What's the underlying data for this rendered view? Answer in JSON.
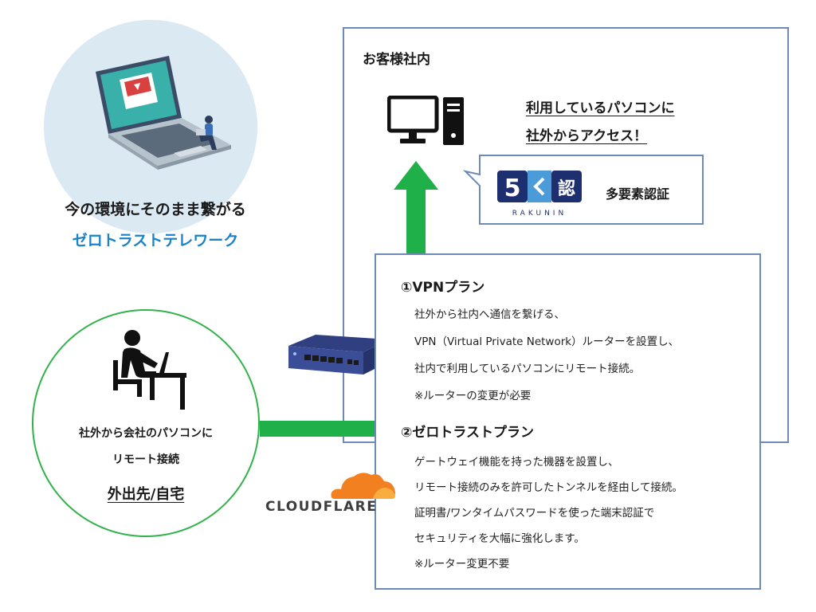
{
  "header": {
    "tagline_1": "今の環境にそのまま繋がる",
    "tagline_2": "ゼロトラストテレワーク"
  },
  "office": {
    "title": "お客様社内",
    "access_line_1": "利用しているパソコンに",
    "access_line_2": "社外からアクセス！",
    "auth_label": "多要素認証",
    "logo_text": "RAKUNIN"
  },
  "plans": {
    "vpn": {
      "title": "①VPNプラン",
      "lines": [
        "社外から社内へ通信を繋げる、",
        "VPN（Virtual Private Network）ルーターを設置し、",
        "社内で利用しているパソコンにリモート接続。",
        "※ルーターの変更が必要"
      ]
    },
    "zerotrust": {
      "title": "②ゼロトラストプラン",
      "lines": [
        "ゲートウェイ機能を持った機器を設置し、",
        "リモート接続のみを許可したトンネルを経由して接続。",
        "証明書/ワンタイムパスワードを使った端末認証で",
        "セキュリティを大幅に強化します。",
        "※ルーター変更不要"
      ]
    }
  },
  "remote": {
    "line_1": "社外から会社のパソコンに",
    "line_2": "リモート接続",
    "place": "外出先/自宅"
  },
  "cloudflare": {
    "text": "CLOUDFLARE"
  },
  "colors": {
    "accent_blue": "#1a82c8",
    "connector_green": "#1fb04a",
    "border_blue": "#6d8ab8",
    "circle_bg": "#dbe9f3",
    "cloudflare_orange": "#f38020"
  },
  "icons": [
    "laptop-illustration",
    "desktop-computer-icon",
    "worker-at-desk-icon",
    "router-device",
    "cloudflare-cloud-icon",
    "rakunin-logo",
    "arrow-up-icon"
  ]
}
